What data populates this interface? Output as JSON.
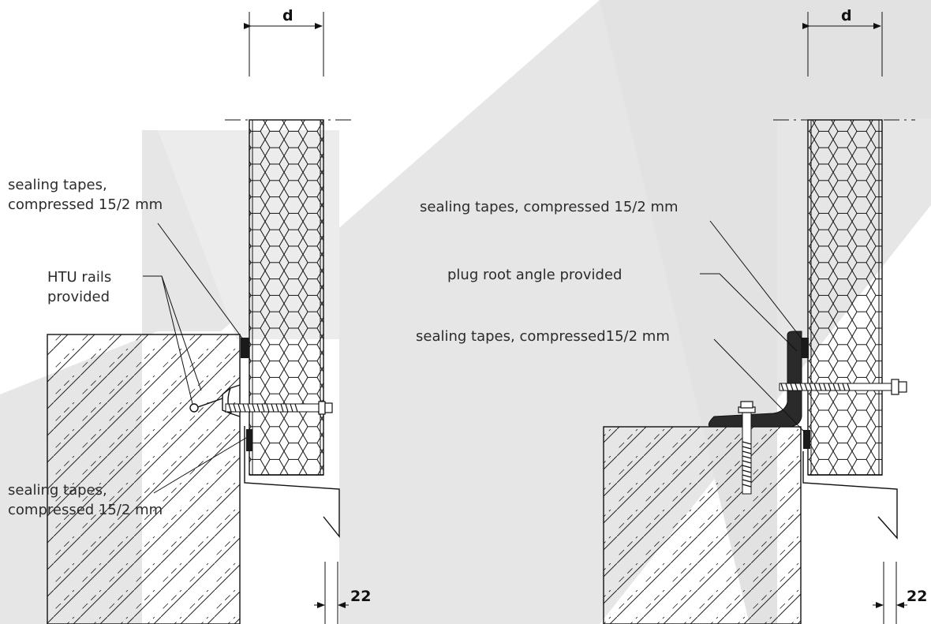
{
  "left_detail": {
    "dimension_top": "d",
    "dimension_bottom": "22",
    "label_sealing_top_line1": "sealing tapes,",
    "label_sealing_top_line2": "compressed 15/2 mm",
    "label_rails_line1": "HTU rails",
    "label_rails_line2": "provided",
    "label_sealing_bottom_line1": "sealing tapes,",
    "label_sealing_bottom_line2": "compressed 15/2 mm"
  },
  "right_detail": {
    "dimension_top": "d",
    "dimension_bottom": "22",
    "label_sealing_top": "sealing tapes, compressed 15/2 mm",
    "label_angle": "plug root angle provided",
    "label_sealing_bottom": "sealing tapes, compressed15/2 mm"
  },
  "colors": {
    "line": "#111111",
    "background_watermark": "#e2e2e2",
    "tape": "#1a1a1a",
    "angle": "#2a2a2a"
  }
}
